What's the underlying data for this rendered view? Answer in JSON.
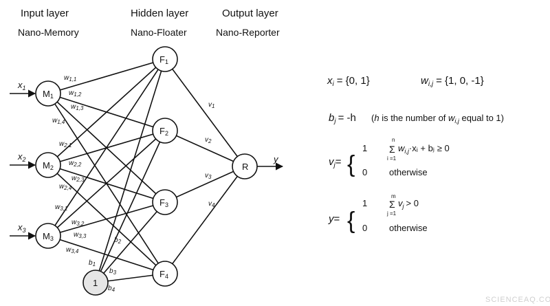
{
  "layers": {
    "input_title": "Input layer",
    "input_sub": "Nano-Memory",
    "hidden_title": "Hidden layer",
    "hidden_sub": "Nano-Floater",
    "output_title": "Output layer",
    "output_sub": "Nano-Reporter"
  },
  "nodes": {
    "inputs": [
      {
        "main": "M",
        "sub": "1",
        "input_main": "x",
        "input_sub": "1"
      },
      {
        "main": "M",
        "sub": "2",
        "input_main": "x",
        "input_sub": "2"
      },
      {
        "main": "M",
        "sub": "3",
        "input_main": "x",
        "input_sub": "3"
      }
    ],
    "hidden": [
      {
        "main": "F",
        "sub": "1"
      },
      {
        "main": "F",
        "sub": "2"
      },
      {
        "main": "F",
        "sub": "3"
      },
      {
        "main": "F",
        "sub": "4"
      }
    ],
    "output": {
      "label": "R",
      "arrow_label": "y"
    },
    "bias": {
      "label": "1"
    }
  },
  "weights": [
    {
      "main": "w",
      "sub": "1,1"
    },
    {
      "main": "w",
      "sub": "1,2"
    },
    {
      "main": "w",
      "sub": "1,3"
    },
    {
      "main": "w",
      "sub": "1,4"
    },
    {
      "main": "w",
      "sub": "2,1"
    },
    {
      "main": "w",
      "sub": "2,2"
    },
    {
      "main": "w",
      "sub": "2,3"
    },
    {
      "main": "w",
      "sub": "2,4"
    },
    {
      "main": "w",
      "sub": "3,1"
    },
    {
      "main": "w",
      "sub": "3,2"
    },
    {
      "main": "w",
      "sub": "3,3"
    },
    {
      "main": "w",
      "sub": "3,4"
    }
  ],
  "v_labels": [
    {
      "main": "v",
      "sub": "1"
    },
    {
      "main": "v",
      "sub": "2"
    },
    {
      "main": "v",
      "sub": "3"
    },
    {
      "main": "v",
      "sub": "4"
    }
  ],
  "bias_labels": [
    {
      "main": "b",
      "sub": "1"
    },
    {
      "main": "b",
      "sub": "2"
    },
    {
      "main": "b",
      "sub": "3"
    },
    {
      "main": "b",
      "sub": "4"
    }
  ],
  "equations": {
    "line1_left": "= {0, 1}",
    "line1_right": "= {1, 0, -1}",
    "line2": "= -h",
    "line2_note_pre": "(",
    "line2_note_mid": " is the number of ",
    "line2_note_post": " equal to 1)",
    "v_case1": "1",
    "v_case1_expr": "·xᵢ + bⱼ ≥ 0",
    "v_case0": "0",
    "v_otherwise": "otherwise",
    "y_case1": "1",
    "y_case1_expr": "> 0",
    "y_case0": "0",
    "y_otherwise": "otherwise",
    "sum_top_n": "n",
    "sum_top_m": "m",
    "sum_bottom_i": "i =1",
    "sum_bottom_j": "j =1"
  },
  "watermark": "SCIENCEAQ.COM"
}
